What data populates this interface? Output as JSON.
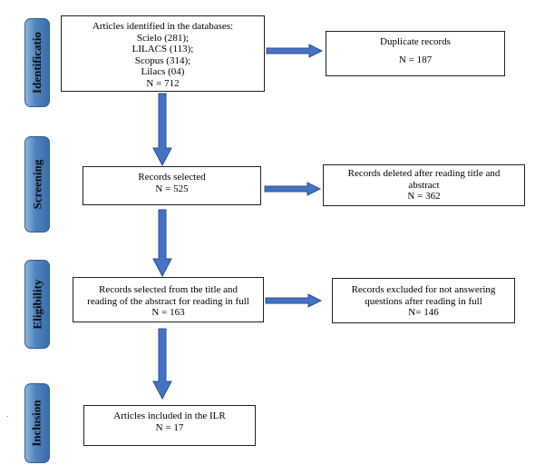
{
  "colors": {
    "stage_fill": "#4f81bd",
    "arrow_fill": "#4472c4",
    "arrow_stroke": "#2f4f8f",
    "box_border": "#222222"
  },
  "stages": {
    "identification": "Identificatio",
    "screening": "Screening",
    "eligibility": "Eligibility",
    "inclusion": "Inclusion"
  },
  "boxes": {
    "identified": {
      "lines": [
        "Articles identified in the databases:",
        "Scielo (281);",
        "LILACS (113);",
        "Scopus (314);",
        "Lilacs (04)",
        "N = 712"
      ]
    },
    "duplicates": {
      "title": "Duplicate records",
      "count": "N = 187"
    },
    "selected": {
      "title": "Records selected",
      "count": "N = 525"
    },
    "deleted": {
      "lines": [
        "Records deleted after reading title and",
        "abstract",
        "N = 362"
      ]
    },
    "selected_full": {
      "lines": [
        "Records selected from the title and",
        "reading of the abstract for reading in full",
        "N = 163"
      ]
    },
    "excluded": {
      "lines": [
        "Records excluded for not answering",
        "questions after reading in full",
        "N= 146"
      ]
    },
    "included": {
      "title": "Articles included in the ILR",
      "count": "N = 17"
    }
  }
}
